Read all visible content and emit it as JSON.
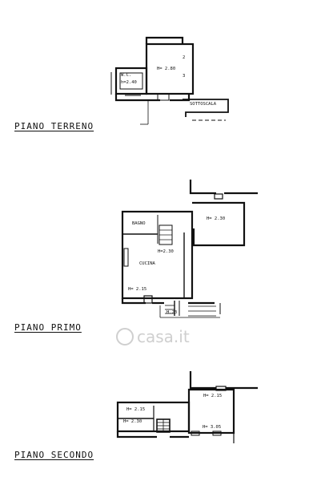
{
  "floors": {
    "ground": {
      "title": "PIANO TERRENO",
      "labels": {
        "wc": "W.C.",
        "wc_height": "h=2.40",
        "room_height": "H= 2.80",
        "mark_1": "2",
        "mark_2": "3",
        "understairs": "SOTTOSCALA"
      }
    },
    "first": {
      "title": "PIANO PRIMO",
      "labels": {
        "bath": "BAGNO",
        "kitchen": "CUCINA",
        "room_height": "H= 2.30",
        "stair_height": "H=2.30",
        "kitchen_height": "H= 2.15",
        "landing_height": "H.23"
      }
    },
    "second": {
      "title": "PIANO SECONDO",
      "labels": {
        "height_a": "H= 2.15",
        "height_b": "H= 2.15",
        "height_c": "H= 2.30",
        "height_d": "H= 3.05"
      }
    }
  },
  "watermark": {
    "text": "casa.it"
  }
}
